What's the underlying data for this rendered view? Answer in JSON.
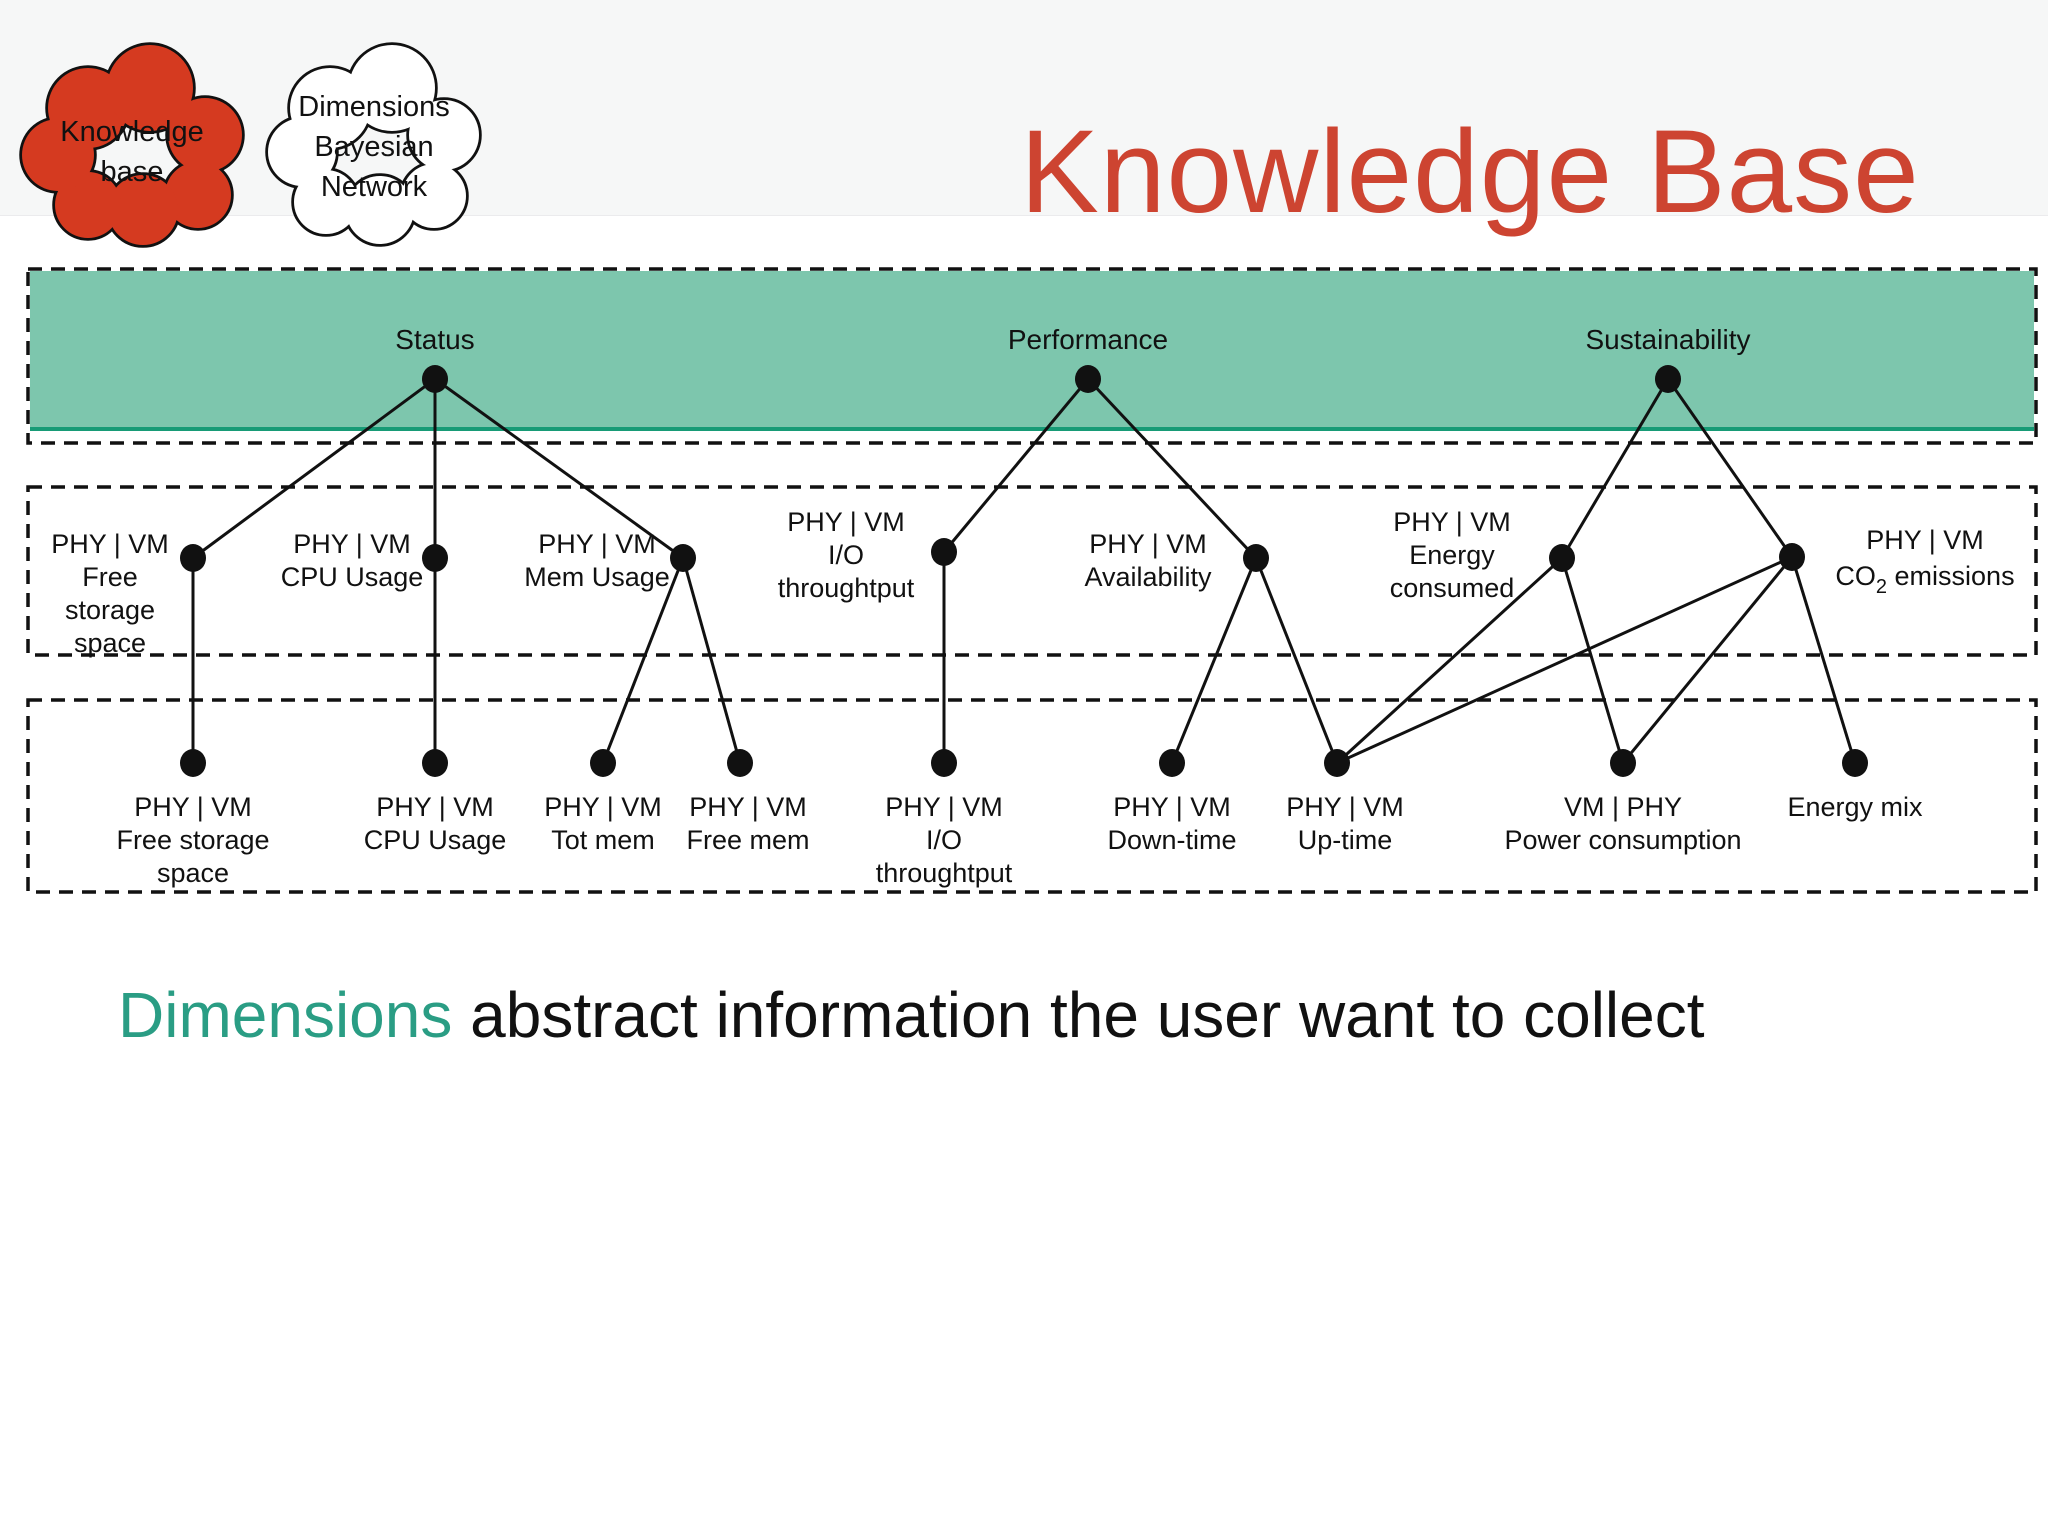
{
  "title": "Knowledge Base",
  "clouds": {
    "knowledge": {
      "lines": [
        "Knowledge",
        "base"
      ]
    },
    "dimensions": {
      "lines": [
        "Dimensions",
        "Bayesian",
        "Network"
      ]
    }
  },
  "dimensions_row": {
    "status": "Status",
    "performance": "Performance",
    "sustainability": "Sustainability"
  },
  "mid_nodes": {
    "free_storage": {
      "lines": [
        "PHY | VM",
        "Free",
        "storage",
        "space"
      ]
    },
    "cpu_usage": {
      "lines": [
        "PHY | VM",
        "CPU Usage"
      ]
    },
    "mem_usage": {
      "lines": [
        "PHY | VM",
        "Mem Usage"
      ]
    },
    "io_throughput": {
      "lines": [
        "PHY | VM",
        "I/O",
        "throughtput"
      ]
    },
    "availability": {
      "lines": [
        "PHY | VM",
        "Availability"
      ]
    },
    "energy_consumed": {
      "lines": [
        "PHY | VM",
        "Energy",
        "consumed"
      ]
    },
    "co2_emissions": {
      "line1": "PHY | VM",
      "co_pre": "CO",
      "co_sub": "2",
      "co_post": " emissions"
    }
  },
  "bottom_nodes": {
    "free_storage": {
      "lines": [
        "PHY | VM",
        "Free storage",
        "space"
      ]
    },
    "cpu_usage": {
      "lines": [
        "PHY | VM",
        "CPU Usage"
      ]
    },
    "tot_mem": {
      "lines": [
        "PHY | VM",
        "Tot mem"
      ]
    },
    "free_mem": {
      "lines": [
        "PHY | VM",
        "Free mem"
      ]
    },
    "io_throughput": {
      "lines": [
        "PHY | VM",
        "I/O",
        "throughtput"
      ]
    },
    "down_time": {
      "lines": [
        "PHY | VM",
        "Down-time"
      ]
    },
    "up_time": {
      "lines": [
        "PHY | VM",
        "Up-time"
      ]
    },
    "power_consumption": {
      "lines": [
        "VM | PHY",
        "Power consumption"
      ]
    },
    "energy_mix": {
      "lines": [
        "Energy mix"
      ]
    }
  },
  "caption": {
    "highlight": "Dimensions",
    "rest": " abstract information the user want to collect"
  },
  "colors": {
    "dimension_band_fill": "#7dc6ad",
    "dimension_band_edge": "#179b76",
    "title_red": "#cd4431",
    "cloud_red": "#d53a20",
    "caption_teal": "#2a9d84",
    "line_black": "#111111"
  }
}
